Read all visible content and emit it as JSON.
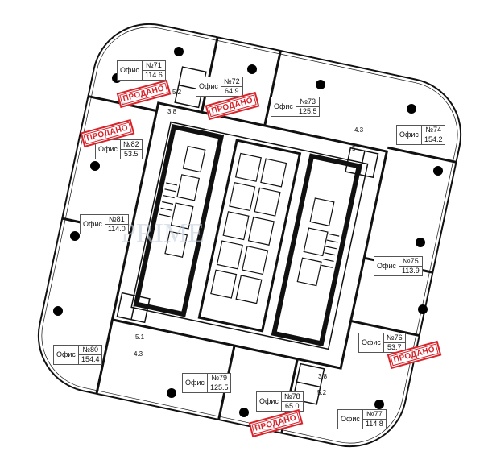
{
  "office_word": "Офис",
  "sold_label": "ПРОДАНО",
  "offices": [
    {
      "num": "№71",
      "area": "114.6",
      "sold": true
    },
    {
      "num": "№72",
      "area": "64.9",
      "sold": true
    },
    {
      "num": "№73",
      "area": "125.5",
      "sold": false
    },
    {
      "num": "№74",
      "area": "154.2",
      "sold": false
    },
    {
      "num": "№75",
      "area": "113.9",
      "sold": false
    },
    {
      "num": "№76",
      "area": "53.7",
      "sold": true
    },
    {
      "num": "№77",
      "area": "114.8",
      "sold": false
    },
    {
      "num": "№78",
      "area": "65.0",
      "sold": true
    },
    {
      "num": "№79",
      "area": "125.5",
      "sold": false
    },
    {
      "num": "№80",
      "area": "154.4",
      "sold": false
    },
    {
      "num": "№81",
      "area": "114.0",
      "sold": false
    },
    {
      "num": "№82",
      "area": "53.5",
      "sold": true
    }
  ],
  "small_rooms": [
    "5.2",
    "3.8",
    "4.3",
    "5",
    "5.1",
    "4.3",
    "3.8",
    "5.2"
  ],
  "colors": {
    "stamp": "#d8232a",
    "wall": "#111111"
  }
}
